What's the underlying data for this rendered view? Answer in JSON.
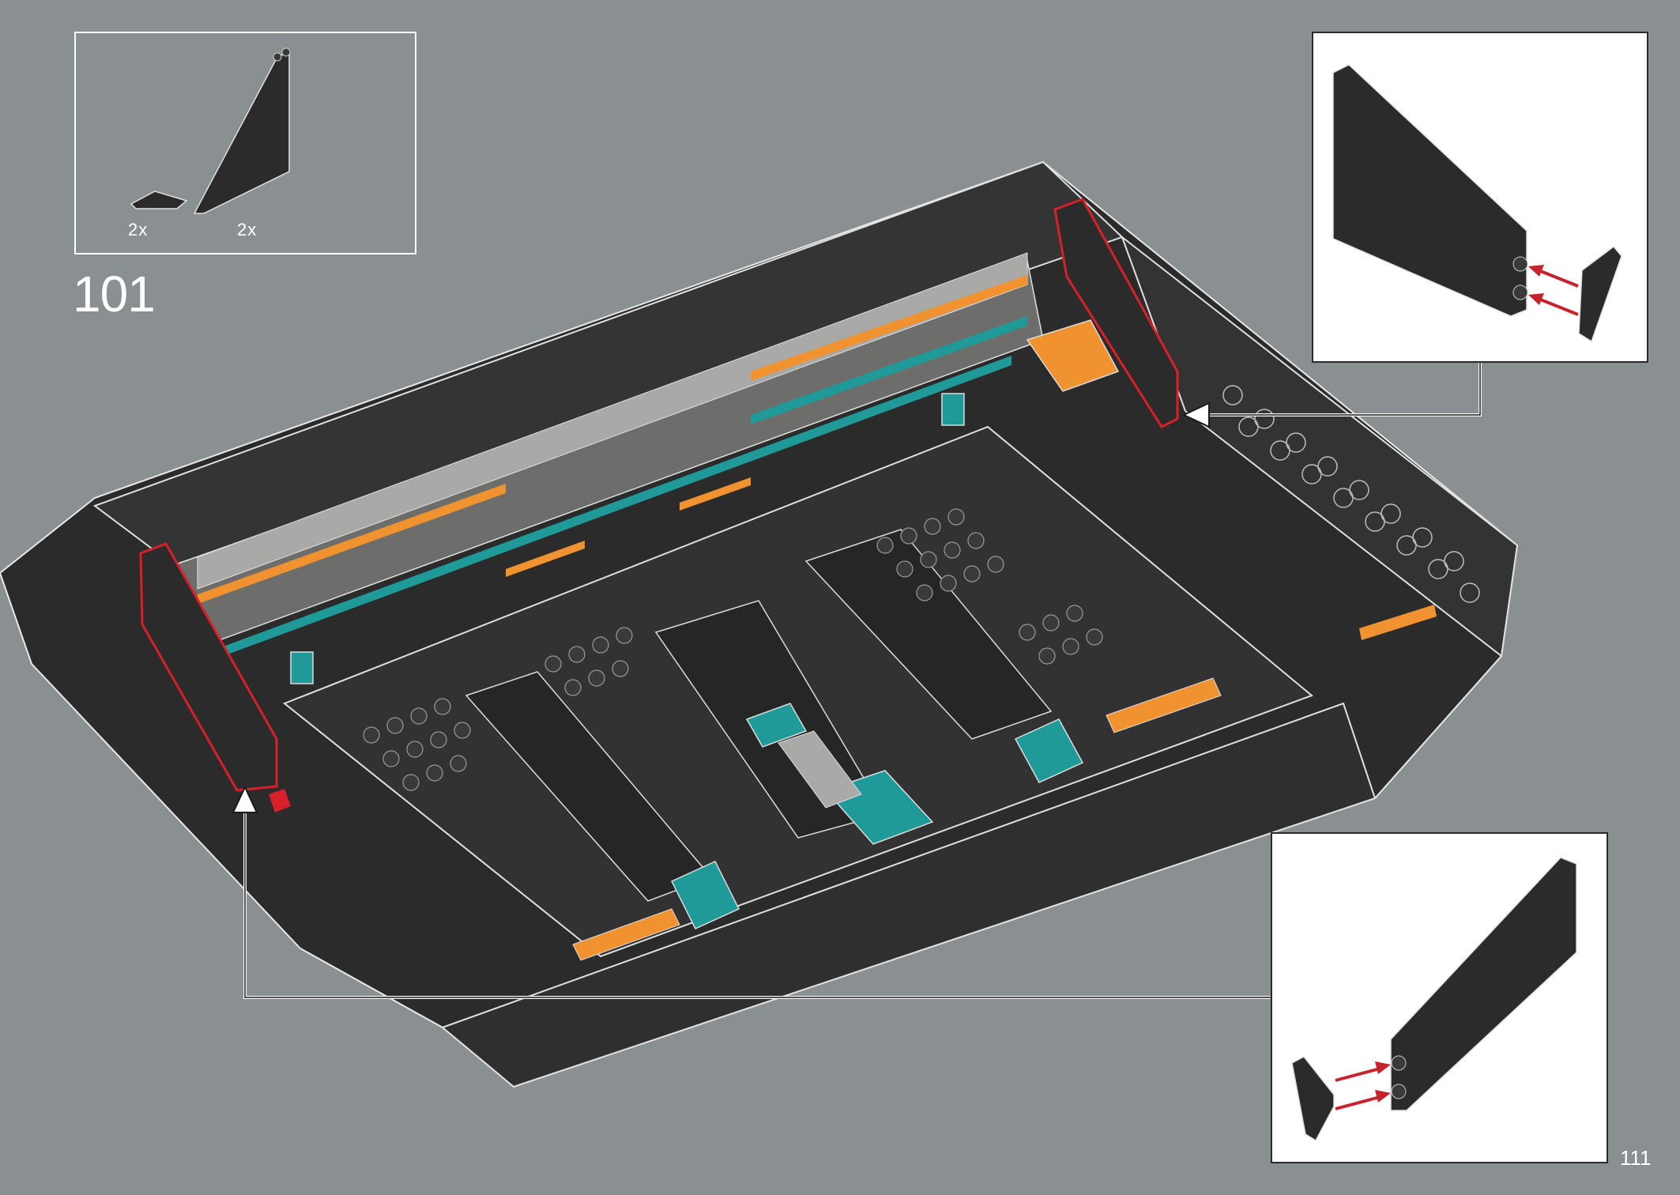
{
  "parts_list": {
    "items": [
      {
        "part": "wedge-plate",
        "quantity": "2x"
      },
      {
        "part": "slope-tall",
        "quantity": "2x"
      }
    ]
  },
  "step": {
    "number": "101"
  },
  "page": {
    "number": "111"
  },
  "colors": {
    "background": "#8a9091",
    "brick_dark": "#2b2b2b",
    "highlight": "#d8202a",
    "accent_orange": "#f0922f",
    "accent_teal": "#1f9a98",
    "light_grey": "#a9aaa8",
    "arrow_red": "#c7232c"
  }
}
